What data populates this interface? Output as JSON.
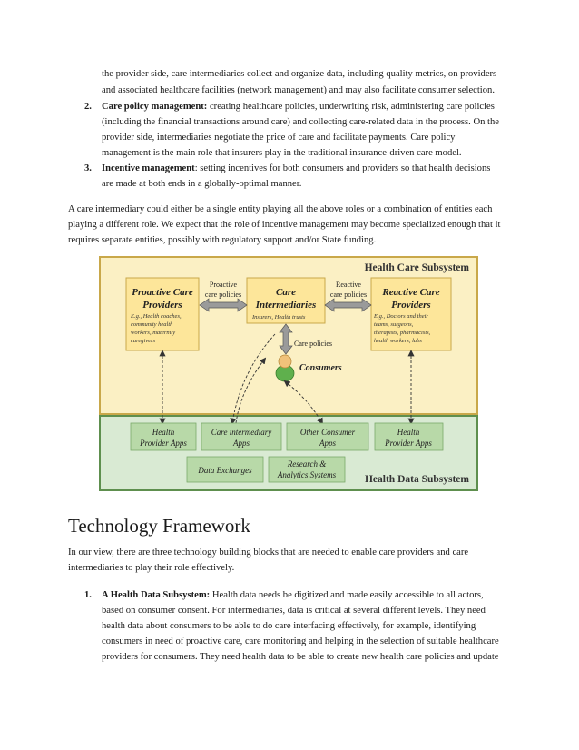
{
  "top_text": {
    "cont_line1": "the provider side, care intermediaries collect and organize data, including quality metrics, on providers",
    "cont_line2": "and associated healthcare facilities (network management) and may also facilitate consumer selection.",
    "item2_num": "2.",
    "item2_title": "Care policy management:",
    "item2_line1_rest": "creating healthcare policies, underwriting risk, administering care policies",
    "item2_line2": "(including the financial transactions around care) and collecting care-related data in the process. On the",
    "item2_line3": "provider side, intermediaries negotiate the price of care and facilitate payments. Care policy",
    "item2_line4": "management is the main role that insurers play in the traditional insurance-driven care model.",
    "item3_num": "3.",
    "item3_title": "Incentive management",
    "item3_line1_rest": ": setting incentives for both consumers and providers so that health decisions",
    "item3_line2": "are made at both ends in a globally-optimal manner."
  },
  "paragraph": {
    "line1": "A care intermediary could either be a single entity playing all the above roles or a combination of entities each",
    "line2": "playing a different role. We expect that the role of incentive management may become specialized enough that it",
    "line3": "requires separate entities, possibly with regulatory support and/or State funding."
  },
  "diagram": {
    "care_subsystem_title": "Health Care Subsystem",
    "data_subsystem_title": "Health Data Subsystem",
    "proactive_title1": "Proactive Care",
    "proactive_title2": "Providers",
    "proactive_eg": [
      "E.g., Health coaches,",
      "community health",
      "workers, maternity",
      "caregivers"
    ],
    "intermediaries_title1": "Care",
    "intermediaries_title2": "Intermediaries",
    "intermediaries_eg": "Insurers, Health trusts",
    "reactive_title1": "Reactive Care",
    "reactive_title2": "Providers",
    "reactive_eg": [
      "E.g., Doctors and their",
      "teams, surgeons,",
      "therapists, pharmacists,",
      "health workers, labs"
    ],
    "proactive_policies1": "Proactive",
    "proactive_policies2": "care policies",
    "reactive_policies1": "Reactive",
    "reactive_policies2": "care policies",
    "care_policies": "Care policies",
    "consumers": "Consumers",
    "apps": {
      "health_provider_left1": "Health",
      "health_provider_left2": "Provider Apps",
      "care_int1": "Care intermediary",
      "care_int2": "Apps",
      "other_consumer1": "Other Consumer",
      "other_consumer2": "Apps",
      "health_provider_right1": "Health",
      "health_provider_right2": "Provider Apps",
      "data_exchanges": "Data Exchanges",
      "research1": "Research &",
      "research2": "Analytics Systems"
    },
    "colors": {
      "care_bg": "#fbf0c4",
      "care_border": "#c9a84a",
      "box_bg": "#fde69a",
      "data_bg": "#d9ead3",
      "data_border": "#5e8f4e",
      "app_bg": "#b8d9a8",
      "arrow_gray": "#9a9a9a"
    }
  },
  "section": {
    "heading": "Technology Framework",
    "intro1": "In our view, there are three technology building blocks that are needed to enable care providers and care",
    "intro2": "intermediaries to play their role effectively.",
    "item1_num": "1.",
    "item1_title": "A Health Data Subsystem:",
    "item1_line1_rest": " Health data needs be digitized and made easily accessible to all actors,",
    "item1_line2": "based on consumer consent. For intermediaries, data is critical at several different levels. They need",
    "item1_line3": "health data about consumers to be able to do care interfacing effectively, for example, identifying",
    "item1_line4": "consumers in need of proactive care, care monitoring and helping in the selection of suitable healthcare",
    "item1_line5": "providers for consumers. They need health data to be able to create new health care policies and update"
  }
}
